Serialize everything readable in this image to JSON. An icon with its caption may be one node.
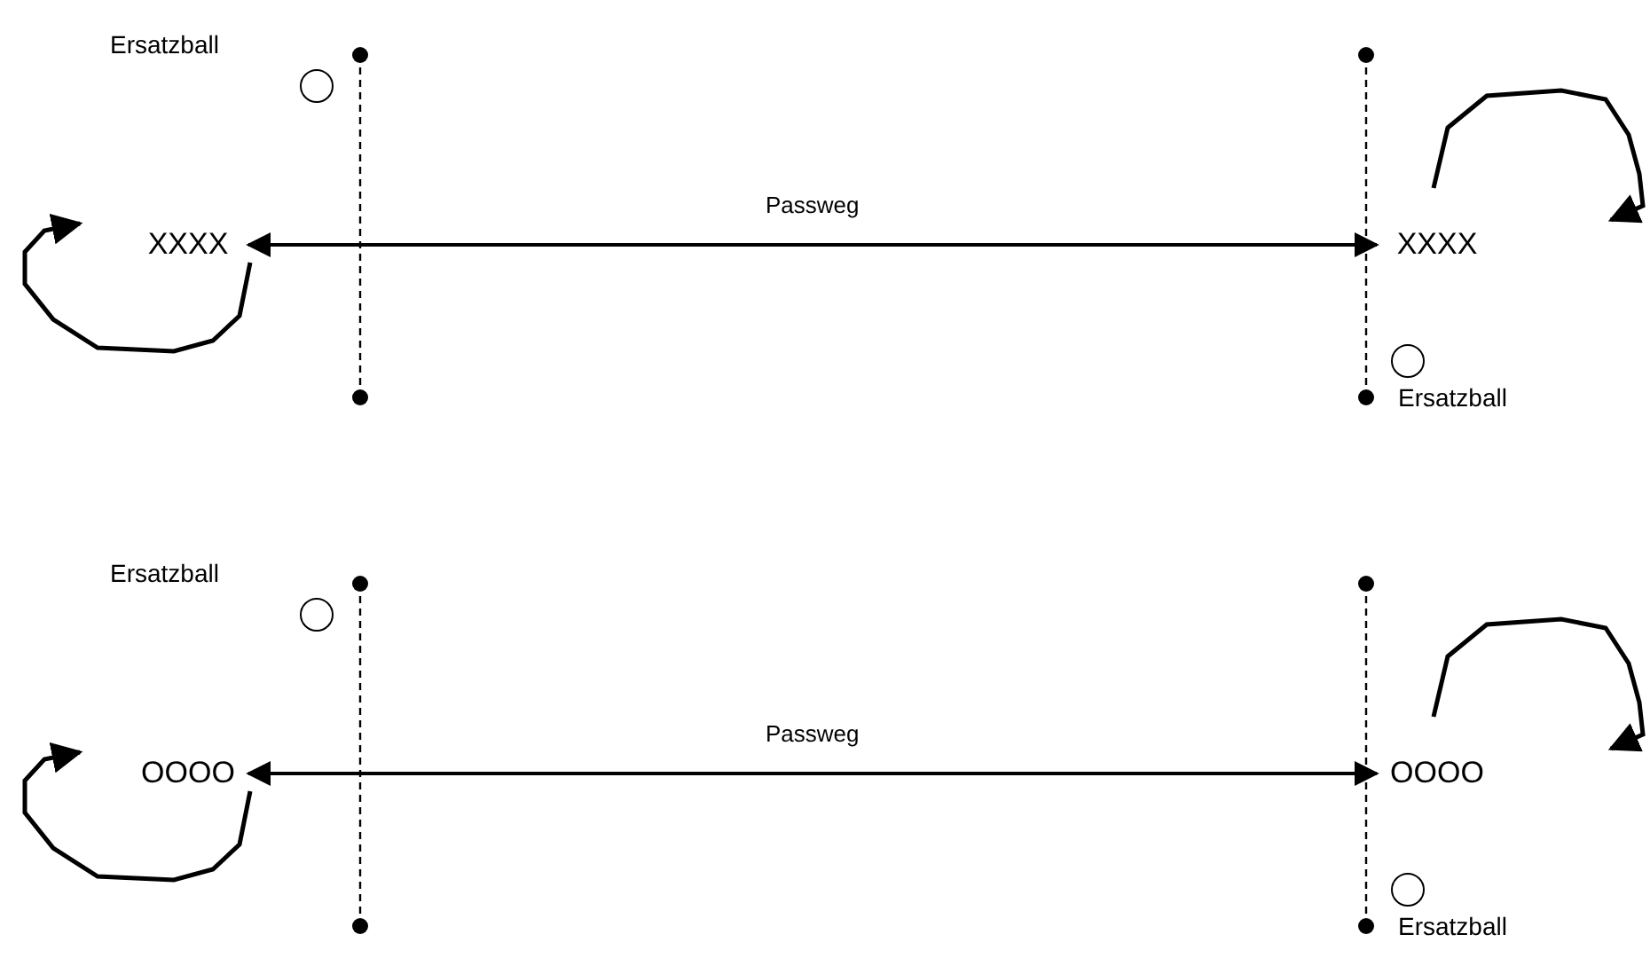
{
  "diagram": {
    "nodes": [
      {
        "text": [],
        "shape": "circle",
        "beside": [
          "Ersatzball"
        ]
      },
      {
        "text": [
          "XXXX"
        ]
      },
      {
        "text": [
          "XXXX"
        ]
      },
      {
        "text": [],
        "shape": "circle",
        "beside": [
          "Ersatzball"
        ]
      },
      {
        "text": [],
        "shape": "circle",
        "beside": [
          "Ersatzball"
        ]
      },
      {
        "text": [
          "OOOO"
        ]
      },
      {
        "text": [
          "OOOO"
        ]
      },
      {
        "text": [],
        "shape": "circle",
        "beside": [
          "Ersatzball"
        ]
      }
    ],
    "edges": [
      {
        "from": 1,
        "to": 2,
        "arrow": "both",
        "label": "Passweg"
      },
      {
        "from": 5,
        "to": 6,
        "arrow": "both",
        "label": "Passweg"
      }
    ]
  }
}
